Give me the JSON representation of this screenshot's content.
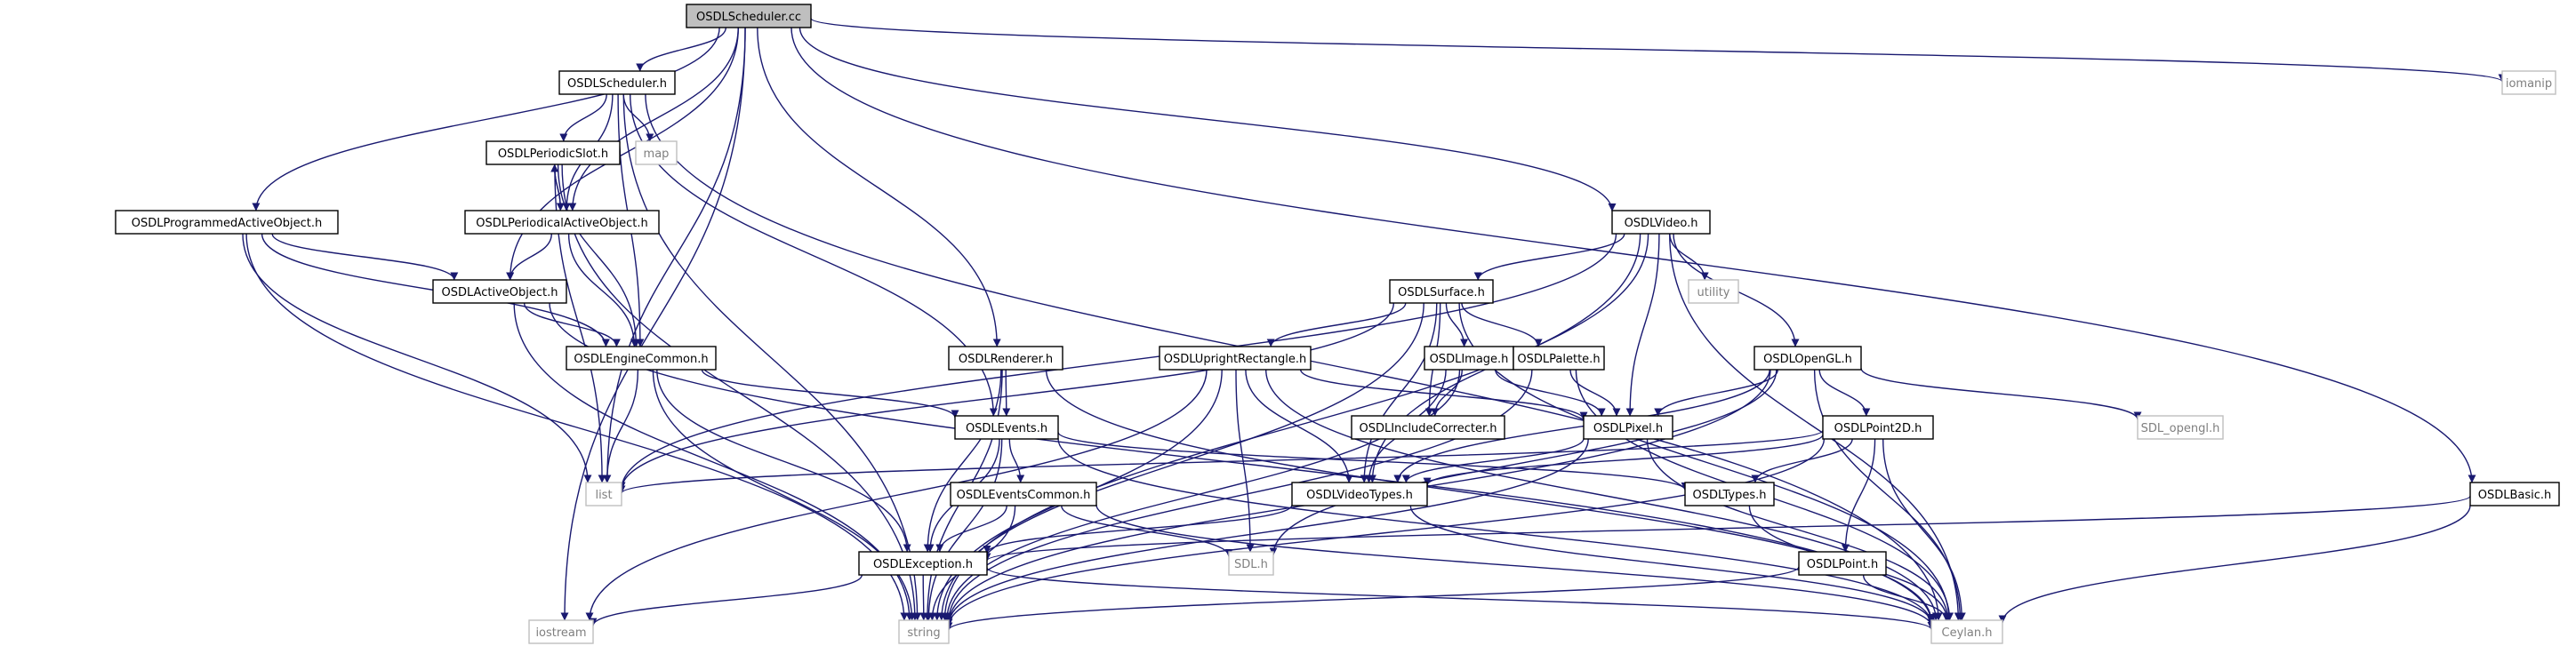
{
  "nodes": [
    {
      "id": "root",
      "label": "OSDLScheduler.cc",
      "kind": "root"
    },
    {
      "id": "sched_h",
      "label": "OSDLScheduler.h",
      "kind": "doc"
    },
    {
      "id": "iomanip",
      "label": "iomanip",
      "kind": "sys"
    },
    {
      "id": "map",
      "label": "map",
      "kind": "sys"
    },
    {
      "id": "periodic_slot",
      "label": "OSDLPeriodicSlot.h",
      "kind": "doc"
    },
    {
      "id": "periodical_ao",
      "label": "OSDLPeriodicalActiveObject.h",
      "kind": "doc"
    },
    {
      "id": "prog_ao",
      "label": "OSDLProgrammedActiveObject.h",
      "kind": "doc"
    },
    {
      "id": "video",
      "label": "OSDLVideo.h",
      "kind": "doc"
    },
    {
      "id": "active_obj",
      "label": "OSDLActiveObject.h",
      "kind": "doc"
    },
    {
      "id": "utility",
      "label": "utility",
      "kind": "sys"
    },
    {
      "id": "surface",
      "label": "OSDLSurface.h",
      "kind": "doc"
    },
    {
      "id": "engine_common",
      "label": "OSDLEngineCommon.h",
      "kind": "doc"
    },
    {
      "id": "renderer",
      "label": "OSDLRenderer.h",
      "kind": "doc"
    },
    {
      "id": "upright_rect",
      "label": "OSDLUprightRectangle.h",
      "kind": "doc"
    },
    {
      "id": "image",
      "label": "OSDLImage.h",
      "kind": "doc"
    },
    {
      "id": "palette",
      "label": "OSDLPalette.h",
      "kind": "doc"
    },
    {
      "id": "opengl",
      "label": "OSDLOpenGL.h",
      "kind": "doc"
    },
    {
      "id": "include_corr",
      "label": "OSDLIncludeCorrecter.h",
      "kind": "doc"
    },
    {
      "id": "sdl_opengl",
      "label": "SDL_opengl.h",
      "kind": "sys"
    },
    {
      "id": "events",
      "label": "OSDLEvents.h",
      "kind": "doc"
    },
    {
      "id": "pixel",
      "label": "OSDLPixel.h",
      "kind": "doc"
    },
    {
      "id": "point2d",
      "label": "OSDLPoint2D.h",
      "kind": "doc"
    },
    {
      "id": "list",
      "label": "list",
      "kind": "sys"
    },
    {
      "id": "events_common",
      "label": "OSDLEventsCommon.h",
      "kind": "doc"
    },
    {
      "id": "video_types",
      "label": "OSDLVideoTypes.h",
      "kind": "doc"
    },
    {
      "id": "types",
      "label": "OSDLTypes.h",
      "kind": "doc"
    },
    {
      "id": "basic",
      "label": "OSDLBasic.h",
      "kind": "doc"
    },
    {
      "id": "exception",
      "label": "OSDLException.h",
      "kind": "doc"
    },
    {
      "id": "sdl_h",
      "label": "SDL.h",
      "kind": "sys"
    },
    {
      "id": "point",
      "label": "OSDLPoint.h",
      "kind": "doc"
    },
    {
      "id": "iostream",
      "label": "iostream",
      "kind": "sys"
    },
    {
      "id": "string",
      "label": "string",
      "kind": "sys"
    },
    {
      "id": "ceylan",
      "label": "Ceylan.h",
      "kind": "sys"
    }
  ],
  "edges": [
    [
      "root",
      "sched_h"
    ],
    [
      "root",
      "iomanip"
    ],
    [
      "root",
      "prog_ao"
    ],
    [
      "root",
      "periodical_ao"
    ],
    [
      "root",
      "video"
    ],
    [
      "root",
      "renderer"
    ],
    [
      "root",
      "basic"
    ],
    [
      "root",
      "iostream"
    ],
    [
      "root",
      "list"
    ],
    [
      "root",
      "active_obj"
    ],
    [
      "sched_h",
      "map"
    ],
    [
      "sched_h",
      "periodic_slot"
    ],
    [
      "sched_h",
      "periodical_ao"
    ],
    [
      "sched_h",
      "engine_common"
    ],
    [
      "sched_h",
      "events"
    ],
    [
      "sched_h",
      "string"
    ],
    [
      "sched_h",
      "ceylan"
    ],
    [
      "periodic_slot",
      "periodical_ao"
    ],
    [
      "periodic_slot",
      "list"
    ],
    [
      "periodic_slot",
      "engine_common"
    ],
    [
      "periodic_slot",
      "string"
    ],
    [
      "periodical_ao",
      "periodic_slot"
    ],
    [
      "periodical_ao",
      "active_obj"
    ],
    [
      "periodical_ao",
      "engine_common"
    ],
    [
      "prog_ao",
      "active_obj"
    ],
    [
      "prog_ao",
      "engine_common"
    ],
    [
      "prog_ao",
      "list"
    ],
    [
      "prog_ao",
      "string"
    ],
    [
      "active_obj",
      "engine_common"
    ],
    [
      "active_obj",
      "string"
    ],
    [
      "active_obj",
      "ceylan"
    ],
    [
      "engine_common",
      "events"
    ],
    [
      "engine_common",
      "list"
    ],
    [
      "engine_common",
      "exception"
    ],
    [
      "engine_common",
      "string"
    ],
    [
      "video",
      "surface"
    ],
    [
      "video",
      "utility"
    ],
    [
      "video",
      "opengl"
    ],
    [
      "video",
      "pixel"
    ],
    [
      "video",
      "video_types"
    ],
    [
      "video",
      "list"
    ],
    [
      "video",
      "string"
    ],
    [
      "video",
      "ceylan"
    ],
    [
      "surface",
      "upright_rect"
    ],
    [
      "surface",
      "image"
    ],
    [
      "surface",
      "palette"
    ],
    [
      "surface",
      "include_corr"
    ],
    [
      "surface",
      "video_types"
    ],
    [
      "surface",
      "list"
    ],
    [
      "surface",
      "string"
    ],
    [
      "surface",
      "ceylan"
    ],
    [
      "renderer",
      "events"
    ],
    [
      "renderer",
      "exception"
    ],
    [
      "renderer",
      "string"
    ],
    [
      "renderer",
      "ceylan"
    ],
    [
      "upright_rect",
      "pixel"
    ],
    [
      "upright_rect",
      "video_types"
    ],
    [
      "upright_rect",
      "sdl_h"
    ],
    [
      "upright_rect",
      "iostream"
    ],
    [
      "upright_rect",
      "string"
    ],
    [
      "upright_rect",
      "ceylan"
    ],
    [
      "image",
      "include_corr"
    ],
    [
      "image",
      "pixel"
    ],
    [
      "image",
      "video_types"
    ],
    [
      "image",
      "string"
    ],
    [
      "palette",
      "pixel"
    ],
    [
      "palette",
      "string"
    ],
    [
      "palette",
      "ceylan"
    ],
    [
      "opengl",
      "sdl_opengl"
    ],
    [
      "opengl",
      "point2d"
    ],
    [
      "opengl",
      "pixel"
    ],
    [
      "opengl",
      "video_types"
    ],
    [
      "opengl",
      "sdl_h"
    ],
    [
      "opengl",
      "string"
    ],
    [
      "opengl",
      "ceylan"
    ],
    [
      "events",
      "events_common"
    ],
    [
      "events",
      "exception"
    ],
    [
      "events",
      "types"
    ],
    [
      "events",
      "string"
    ],
    [
      "events",
      "ceylan"
    ],
    [
      "events_common",
      "exception"
    ],
    [
      "events_common",
      "sdl_h"
    ],
    [
      "events_common",
      "string"
    ],
    [
      "events_common",
      "ceylan"
    ],
    [
      "pixel",
      "video_types"
    ],
    [
      "pixel",
      "string"
    ],
    [
      "pixel",
      "ceylan"
    ],
    [
      "point2d",
      "point"
    ],
    [
      "point2d",
      "types"
    ],
    [
      "point2d",
      "video_types"
    ],
    [
      "point2d",
      "list"
    ],
    [
      "point2d",
      "string"
    ],
    [
      "point2d",
      "ceylan"
    ],
    [
      "video_types",
      "exception"
    ],
    [
      "video_types",
      "ceylan"
    ],
    [
      "types",
      "ceylan"
    ],
    [
      "basic",
      "exception"
    ],
    [
      "basic",
      "ceylan"
    ],
    [
      "exception",
      "iostream"
    ],
    [
      "exception",
      "string"
    ],
    [
      "exception",
      "ceylan"
    ],
    [
      "point",
      "string"
    ],
    [
      "point",
      "ceylan"
    ]
  ],
  "colors": {
    "edge": "#191970",
    "root_fill": "#bfbfbf",
    "system_border": "#bfbfbf",
    "system_text": "#7f7f7f"
  }
}
